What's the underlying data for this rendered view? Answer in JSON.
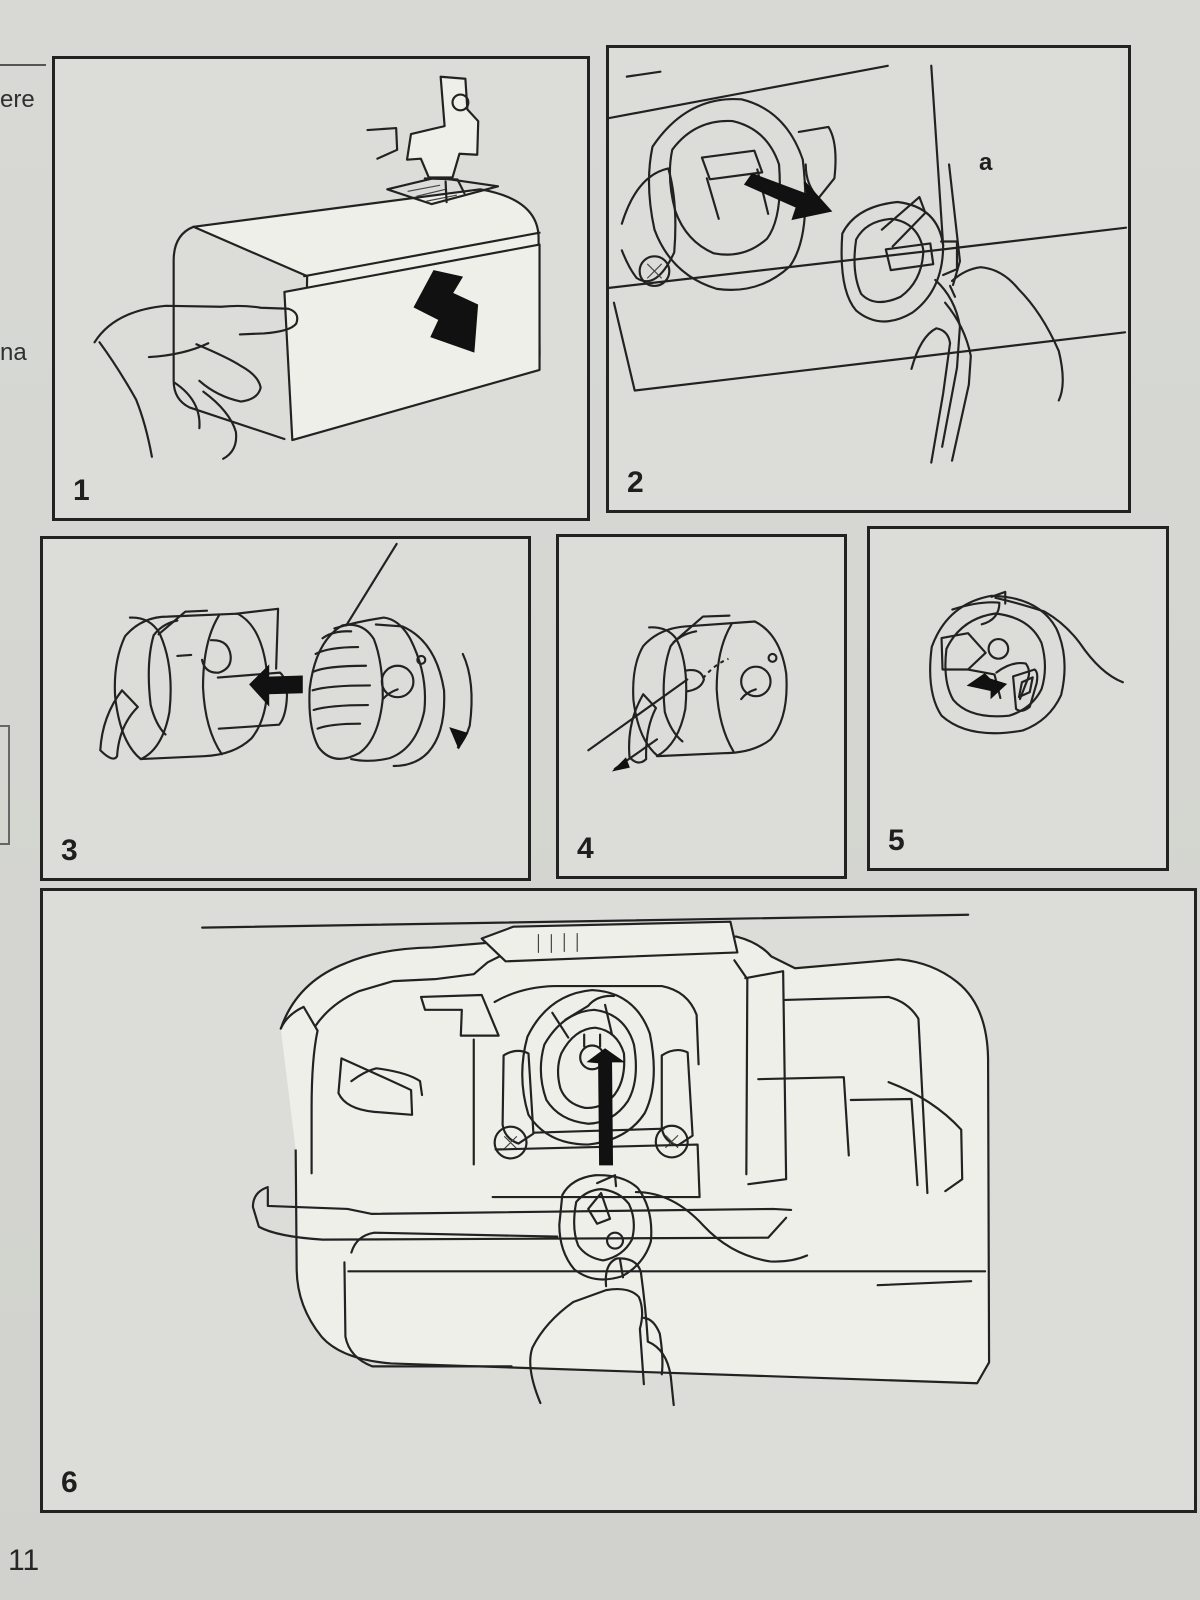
{
  "margin": {
    "fragment_top": "ere",
    "fragment_middle": "na"
  },
  "page_number": "11",
  "panels": [
    {
      "number": "1"
    },
    {
      "number": "2",
      "label": "a"
    },
    {
      "number": "3"
    },
    {
      "number": "4"
    },
    {
      "number": "5"
    },
    {
      "number": "6"
    }
  ],
  "icons": [
    "sewing-machine-cover-icon",
    "bobbin-case-removal-icon",
    "bobbin-insert-icon",
    "thread-tension-icon",
    "bobbin-case-close-icon",
    "bobbin-case-install-icon"
  ]
}
